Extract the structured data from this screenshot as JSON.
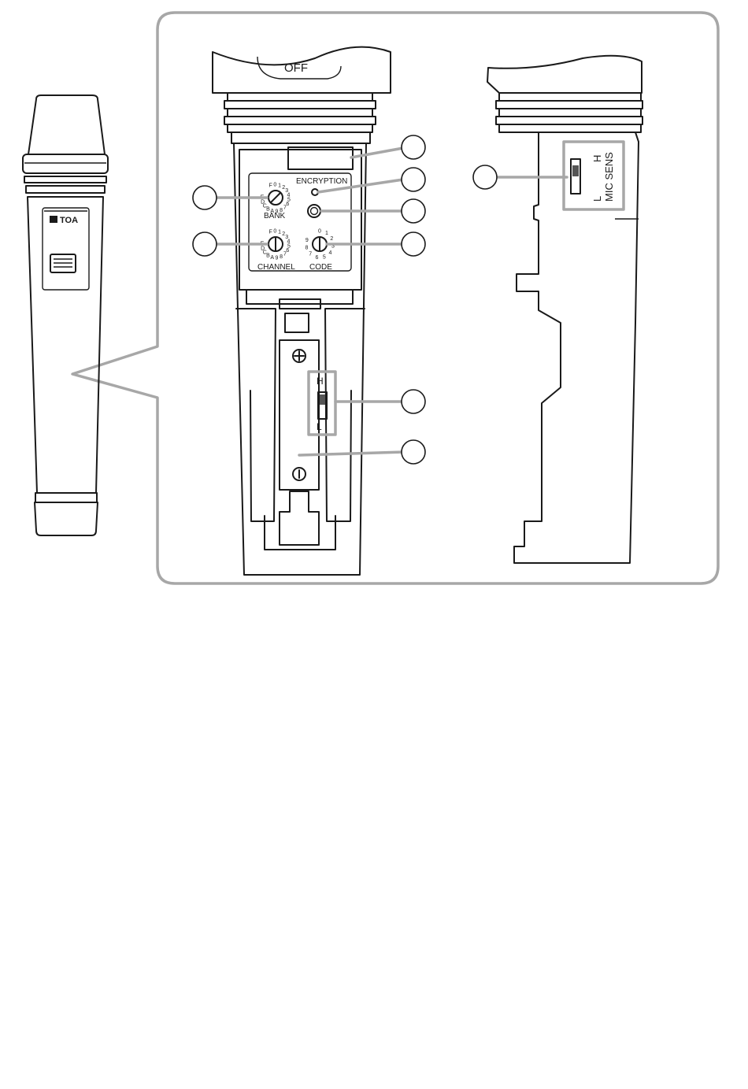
{
  "handheld": {
    "brand": "TOA"
  },
  "top": {
    "off_label": "OFF"
  },
  "panel": {
    "encryption_label": "ENCRYPTION",
    "bank_label": "BANK",
    "channel_label": "CHANNEL",
    "code_label": "CODE",
    "hex_digits": [
      "F",
      "0",
      "1",
      "2",
      "3",
      "4",
      "5",
      "6",
      "7",
      "8",
      "9",
      "A",
      "B",
      "C",
      "D",
      "E"
    ],
    "dec_digits": [
      "0",
      "1",
      "2",
      "3",
      "4",
      "5",
      "6",
      "7",
      "8",
      "9"
    ]
  },
  "battery_switch": {
    "high": "H",
    "low": "L"
  },
  "side_view": {
    "sens_label": "MIC SENS",
    "high": "H",
    "low": "L"
  },
  "callouts": [
    "",
    "",
    "",
    "",
    "",
    "",
    "",
    ""
  ]
}
